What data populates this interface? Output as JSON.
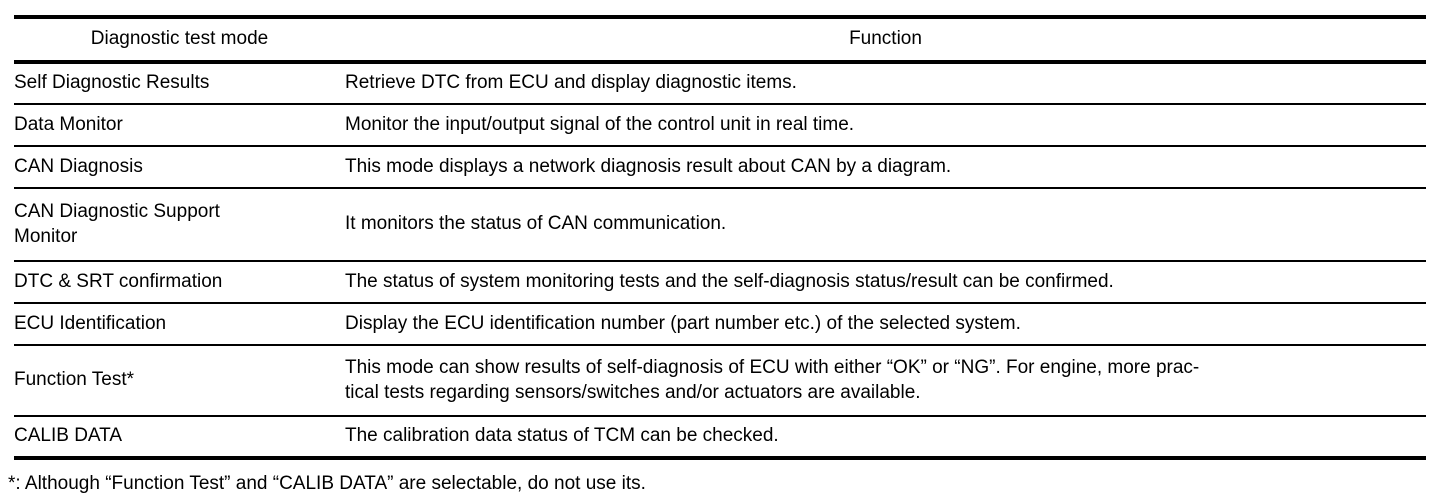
{
  "table": {
    "columns": [
      {
        "key": "mode",
        "header": "Diagnostic test mode"
      },
      {
        "key": "function",
        "header": "Function"
      }
    ],
    "rows": [
      {
        "mode_lines": [
          "Self Diagnostic Results"
        ],
        "function_lines": [
          "Retrieve DTC from ECU and display diagnostic items."
        ]
      },
      {
        "mode_lines": [
          "Data Monitor"
        ],
        "function_lines": [
          "Monitor the input/output signal of the control unit in real time."
        ]
      },
      {
        "mode_lines": [
          "CAN Diagnosis"
        ],
        "function_lines": [
          "This mode displays a network diagnosis result about CAN by a diagram."
        ]
      },
      {
        "mode_lines": [
          "CAN Diagnostic Support",
          "Monitor"
        ],
        "function_lines": [
          "It monitors the status of CAN communication."
        ]
      },
      {
        "mode_lines": [
          "DTC & SRT confirmation"
        ],
        "function_lines": [
          "The status of system monitoring tests and the self-diagnosis status/result can be confirmed."
        ]
      },
      {
        "mode_lines": [
          "ECU Identification"
        ],
        "function_lines": [
          "Display the ECU identification number (part number etc.) of the selected system."
        ]
      },
      {
        "mode_lines": [
          "Function Test*"
        ],
        "function_lines": [
          "This mode can show results of self-diagnosis of ECU with either “OK” or “NG”. For engine, more prac-",
          "tical tests regarding sensors/switches and/or actuators are available."
        ]
      },
      {
        "mode_lines": [
          "CALIB DATA"
        ],
        "function_lines": [
          "The calibration data status of TCM can be checked."
        ]
      }
    ]
  },
  "footnote": {
    "text": "*: Although “Function Test” and “CALIB DATA” are selectable, do not use its."
  },
  "colors": {
    "ink": "#000000",
    "page": "#ffffff"
  }
}
